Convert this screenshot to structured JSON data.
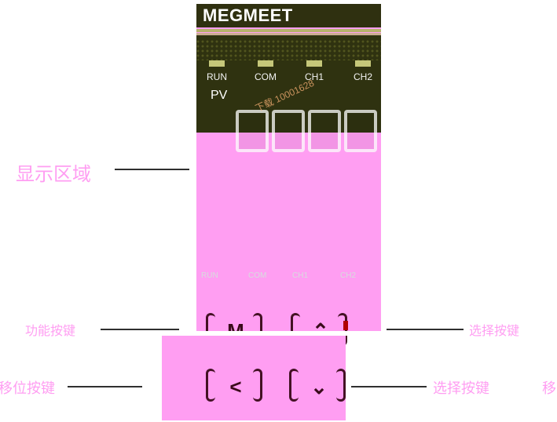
{
  "brand": {
    "name": "MEGMEET"
  },
  "indicators": [
    {
      "label": "RUN"
    },
    {
      "label": "COM"
    },
    {
      "label": "CH1"
    },
    {
      "label": "CH2"
    }
  ],
  "display": {
    "pv_label": "PV",
    "watermark": "下载 10001628"
  },
  "callouts": {
    "display_area": "显示区域",
    "function_key": "功能按键",
    "select_key_top": "选择按键",
    "shift_key_left": "移位按键",
    "select_key_bottom": "选择按键",
    "right_edge": "移"
  },
  "keys": [
    {
      "name": "function",
      "glyph": "M"
    },
    {
      "name": "up",
      "glyph": "⌃"
    },
    {
      "name": "left",
      "glyph": "<"
    },
    {
      "name": "down",
      "glyph": "⌄"
    }
  ],
  "colors": {
    "device_bg": "#ff9ef2",
    "display_bg": "#2f3210",
    "brand_bg": "#2f3010"
  }
}
